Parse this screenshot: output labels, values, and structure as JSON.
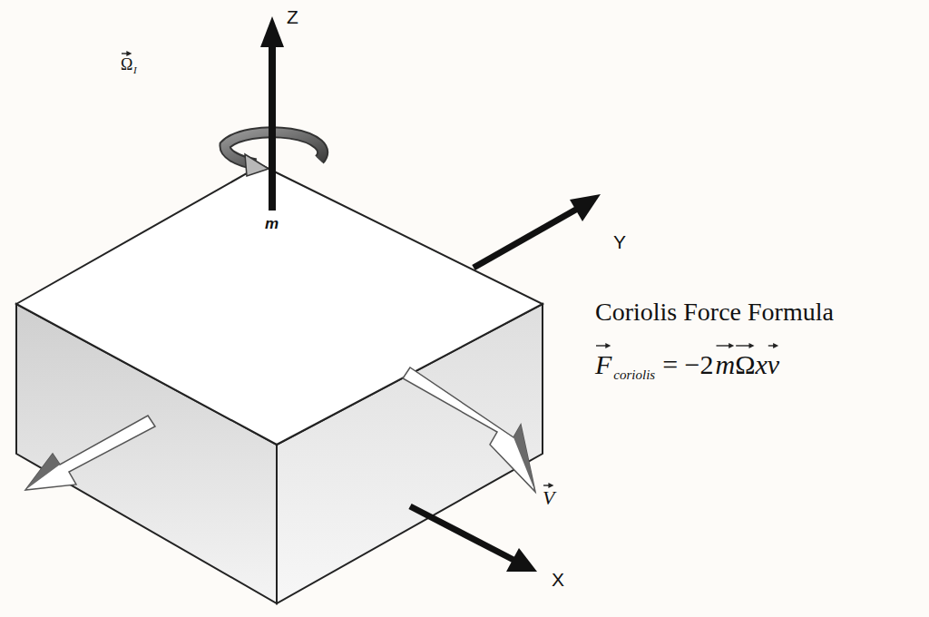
{
  "diagram": {
    "labels": [
      "Z",
      "Ω",
      "I",
      "m",
      "Y",
      "V",
      "X",
      "Coriolis Force Formula",
      "F",
      "coriolis",
      "= −2",
      "m",
      "Ω",
      "x",
      "v"
    ]
  }
}
